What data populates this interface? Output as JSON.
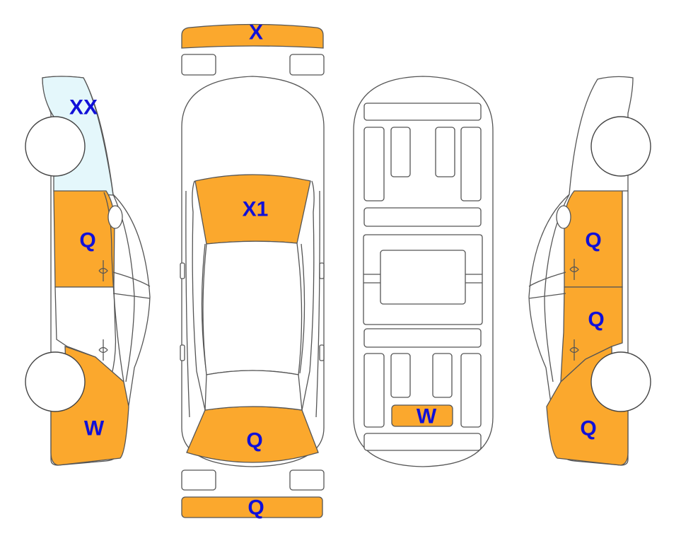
{
  "colors": {
    "damage_fill": "#FBA82D",
    "glass_fill": "#E4F7FB",
    "label_color": "#1010D8",
    "outline": "#555555"
  },
  "labels": {
    "front_bumper": "X",
    "hood": "X1",
    "left_front_glass": "XX",
    "left_front_door": "Q",
    "left_rear_quarter": "W",
    "trunk_lid": "Q",
    "rear_bumper": "Q",
    "floor_rear_panel": "W",
    "right_front_door": "Q",
    "right_rear_door": "Q",
    "right_rear_quarter": "Q"
  }
}
